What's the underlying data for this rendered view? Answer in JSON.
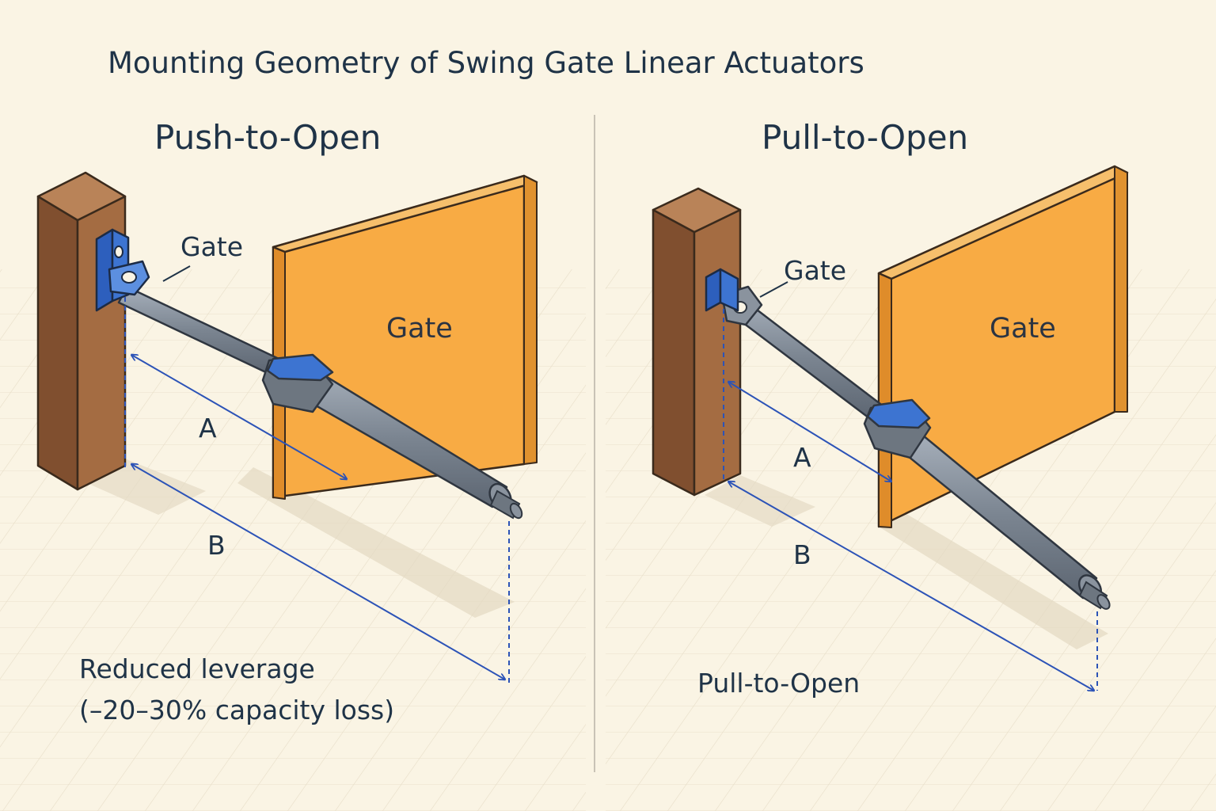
{
  "title": "Mounting Geometry of Swing Gate Linear Actuators",
  "panels": [
    {
      "heading": "Push-to-Open",
      "bracket_label": "Gate",
      "gate_label": "Gate",
      "dimension_a": "A",
      "dimension_b": "B",
      "note_line1": "Reduced leverage",
      "note_line2": "(–20–30% capacity loss)"
    },
    {
      "heading": "Pull-to-Open",
      "bracket_label": "Gate",
      "gate_label": "Gate",
      "dimension_a": "A",
      "dimension_b": "B",
      "note_line1": "Pull-to-Open"
    }
  ],
  "colors": {
    "background": "#faf4e4",
    "post": "#9a6640",
    "gate": "#f8ab44",
    "actuator": "#7b8591",
    "bracket": "#3d74d1",
    "dimension": "#2c53b7",
    "text": "#1f3347"
  }
}
